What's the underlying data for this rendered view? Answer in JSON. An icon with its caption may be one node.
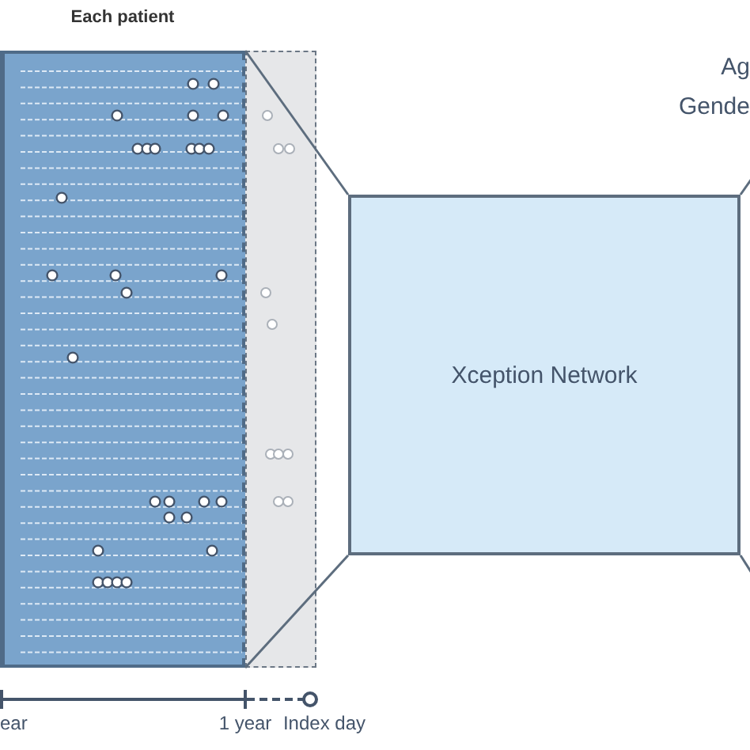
{
  "diagram": {
    "nodes": [
      {
        "text": [
          "Each patient"
        ]
      },
      {
        "text": [],
        "shape": "box"
      },
      {
        "text": [
          "Xception Network"
        ]
      }
    ],
    "edges": [
      {
        "from": 1,
        "to": 2,
        "arrow": "none"
      },
      {
        "from": 1,
        "to": 2,
        "arrow": "none"
      },
      {
        "from": 2,
        "to": null,
        "arrow": "none"
      },
      {
        "from": 2,
        "to": null,
        "arrow": "none"
      }
    ],
    "labels": [
      "Ag",
      "Gende",
      "ear",
      "1 year",
      "Index day"
    ]
  }
}
